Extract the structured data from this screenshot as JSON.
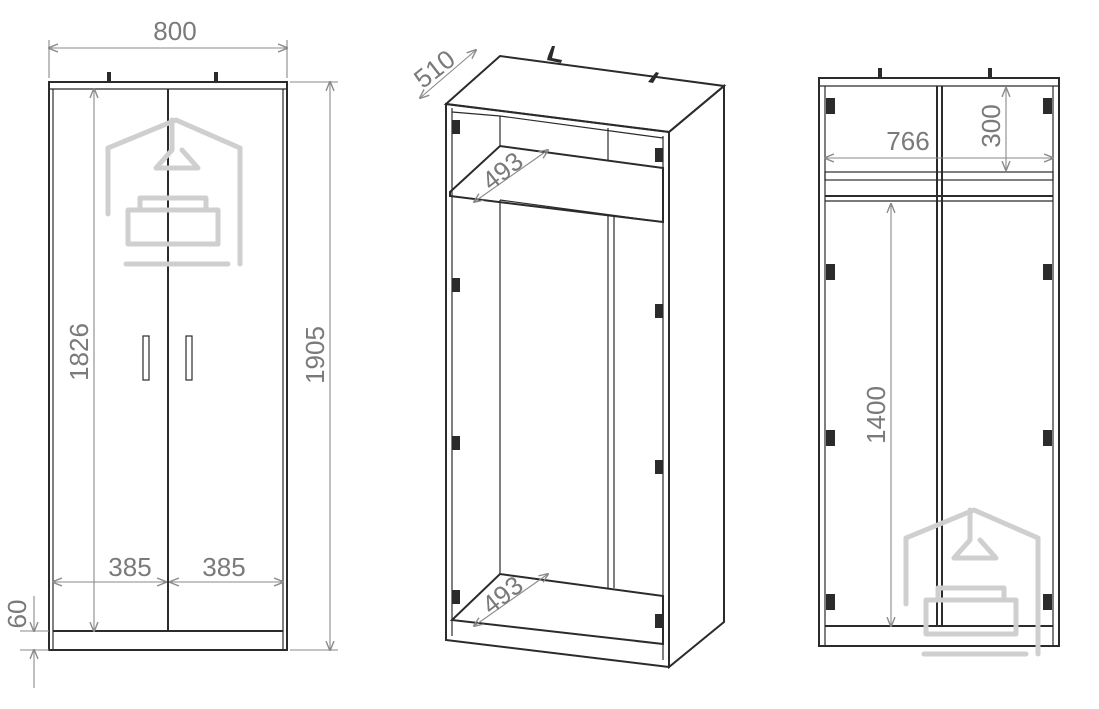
{
  "drawing": {
    "front_view": {
      "width": "800",
      "height_total": "1905",
      "height_doors": "1826",
      "plinth": "60",
      "door_left": "385",
      "door_right": "385"
    },
    "iso_view": {
      "depth": "510",
      "shelf_depth": "493",
      "bottom_depth": "493"
    },
    "back_view": {
      "inner_width": "766",
      "top_compartment": "300",
      "rail_height": "1400"
    }
  },
  "colors": {
    "line": "#2b2b2b",
    "dimension": "#8a8a8a",
    "watermark": "#cfcfcf"
  },
  "icons": [
    "house-sofa-watermark-icon"
  ]
}
